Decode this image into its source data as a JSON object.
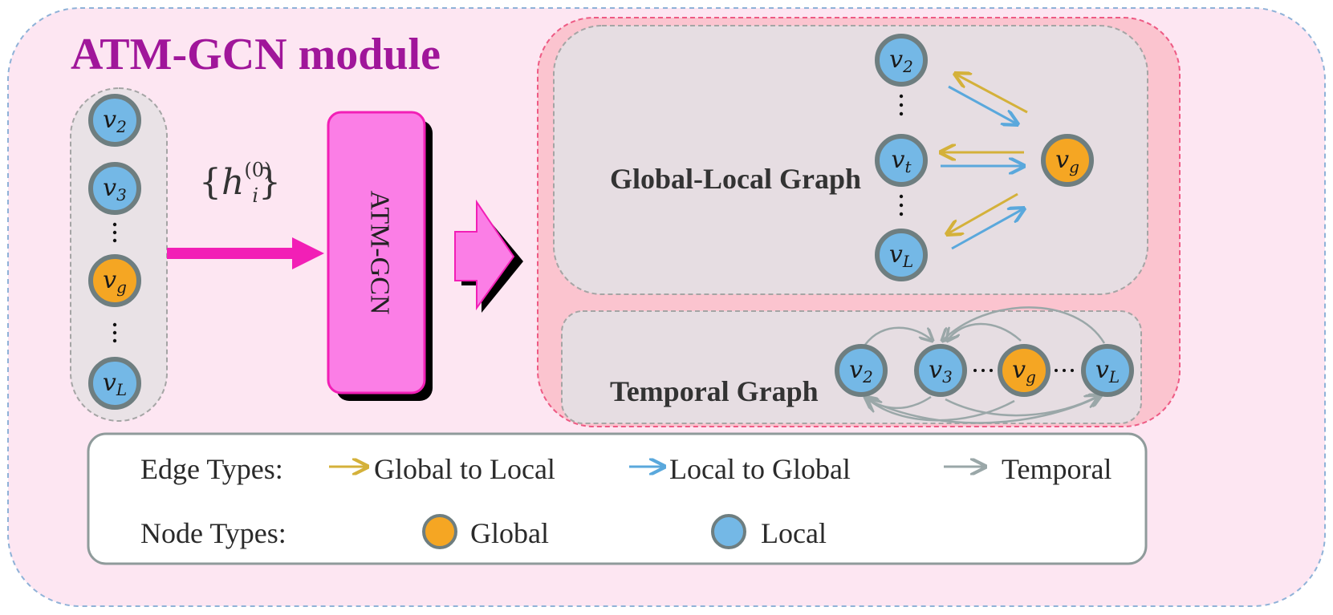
{
  "title": "ATM-GCN module",
  "input_formula": {
    "open": "{",
    "h": "h",
    "sup": "(0)",
    "sub": "i",
    "close": "}"
  },
  "block_label": "ATM-GCN",
  "input_column": {
    "nodes": [
      {
        "label": "v",
        "sub": "2",
        "kind": "local"
      },
      {
        "label": "v",
        "sub": "3",
        "kind": "local"
      },
      {
        "label": "v",
        "sub": "g",
        "kind": "global"
      },
      {
        "label": "v",
        "sub": "L",
        "kind": "local"
      }
    ]
  },
  "global_local_graph": {
    "label": "Global-Local Graph",
    "local_nodes": [
      {
        "label": "v",
        "sub": "2"
      },
      {
        "label": "v",
        "sub": "t"
      },
      {
        "label": "v",
        "sub": "L"
      }
    ],
    "global_node": {
      "label": "v",
      "sub": "g"
    }
  },
  "temporal_graph": {
    "label": "Temporal Graph",
    "nodes": [
      {
        "label": "v",
        "sub": "2",
        "kind": "local"
      },
      {
        "label": "v",
        "sub": "3",
        "kind": "local"
      },
      {
        "label": "v",
        "sub": "g",
        "kind": "global"
      },
      {
        "label": "v",
        "sub": "L",
        "kind": "local"
      }
    ]
  },
  "legend": {
    "edge_types_label": "Edge Types:",
    "edges": [
      {
        "name": "Global to Local",
        "color": "#d4b13a"
      },
      {
        "name": "Local to Global",
        "color": "#5aa8dc"
      },
      {
        "name": "Temporal",
        "color": "#9aa7a8"
      }
    ],
    "node_types_label": "Node Types:",
    "nodes": [
      {
        "name": "Global",
        "color": "#f5a623"
      },
      {
        "name": "Local",
        "color": "#74b8e6"
      }
    ]
  },
  "colors": {
    "background": "#fde6f2",
    "title": "#a0169a",
    "magenta": "#f21fb6",
    "global_node": "#f5a623",
    "local_node": "#74b8e6",
    "node_border": "#6e7e80",
    "global_to_local": "#d4b13a",
    "local_to_global": "#5aa8dc",
    "temporal": "#9aa7a8",
    "panel_grey": "#e6dde2",
    "graph_region": "#fbc4cf"
  }
}
